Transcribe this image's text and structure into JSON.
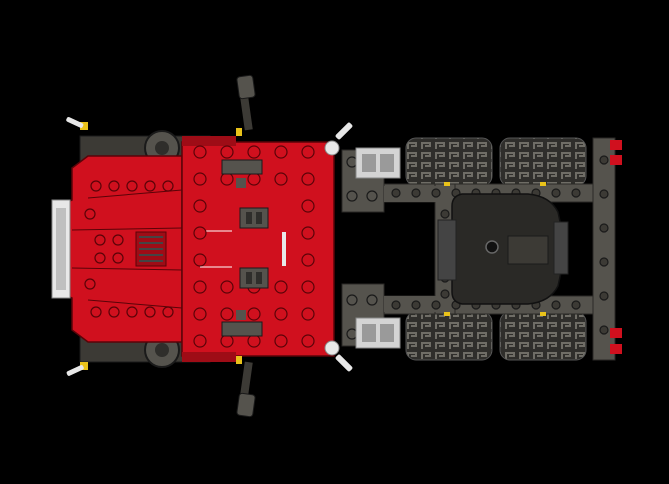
{
  "scene": {
    "subject": "",
    "colors": {
      "background": "#000000",
      "cab_red": "#d0101e",
      "cab_red_dark": "#9e0c16",
      "stud_outline": "#5a0308",
      "chassis_gray": "#55534d",
      "chassis_gray_dark": "#3c3a35",
      "chassis_gray_light": "#7a776f",
      "tire": "#2f2e2b",
      "tread": "#6f6d66",
      "white": "#e8e8e8",
      "light_gray": "#b9b9b9",
      "yellow": "#e9c21a",
      "black": "#1a1a1a"
    },
    "parts": {
      "wheel_count": 4,
      "cab_stud_rows": 8,
      "cab_stud_cols": 5,
      "frame_rail_holes": 10,
      "tail_lights": 2
    }
  }
}
